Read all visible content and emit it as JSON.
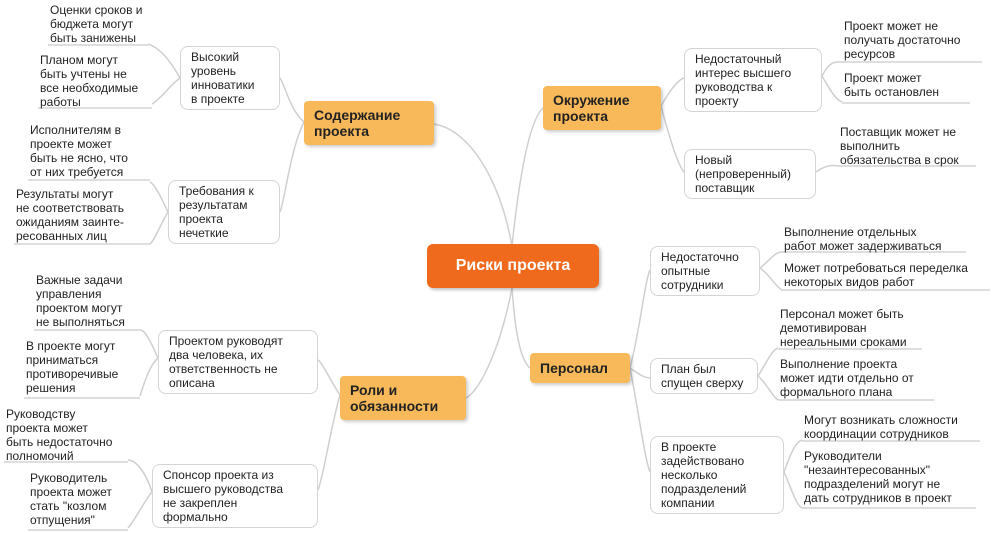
{
  "center": "Риски проекта",
  "branches": {
    "content": {
      "label": "Содержание\nпроекта",
      "subs": [
        {
          "label": "Высокий\nуровень\nинноватики\nв проекте",
          "leaves": [
            "Оценки сроков и\nбюджета могут\nбыть занижены",
            "Планом могут\nбыть учтены не\nвсе необходимые\nработы"
          ]
        },
        {
          "label": "Требования к\nрезультатам\nпроекта\nнечеткие",
          "leaves": [
            "Исполнителям в\nпроекте может\nбыть не ясно, что\nот них требуется",
            "Результаты могут\nне соответствовать\nожиданиям заинте-\nресованных лиц"
          ]
        }
      ]
    },
    "roles": {
      "label": "Роли и\nобязанности",
      "subs": [
        {
          "label": "Проектом руководят\nдва человека, их\nответственность не\nописана",
          "leaves": [
            "Важные задачи\nуправления\nпроектом могут\nне выполняться",
            "В проекте могут\nприниматься\nпротиворечивые\nрешения"
          ]
        },
        {
          "label": "Спонсор проекта из\nвысшего руководства\nне закреплен\nформально",
          "leaves": [
            "Руководству\nпроекта может\nбыть недостаточно\nполномочий",
            "Руководитель\nпроекта может\nстать \"козлом\nотпущения\""
          ]
        }
      ]
    },
    "environment": {
      "label": "Окружение\nпроекта",
      "subs": [
        {
          "label": "Недостаточный\nинтерес высшего\nруководства к\nпроекту",
          "leaves": [
            "Проект может не\nполучать достаточно\nресурсов",
            "Проект может\nбыть остановлен"
          ]
        },
        {
          "label": "Новый\n(непроверенный)\nпоставщик",
          "leaves": [
            "Поставщик может не\nвыполнить\nобязательства в срок"
          ]
        }
      ]
    },
    "staff": {
      "label": "Персонал",
      "subs": [
        {
          "label": "Недостаточно\nопытные\nсотрудники",
          "leaves": [
            "Выполнение отдельных\nработ может задерживаться",
            "Может потребоваться переделка\nнекоторых видов работ"
          ]
        },
        {
          "label": "План был\nспущен сверху",
          "leaves": [
            "Персонал может быть\nдемотивирован\nнереальными сроками",
            "Выполнение проекта\nможет идти отдельно от\nформального плана"
          ]
        },
        {
          "label": "В проекте\nзадействовано\nнесколько\nподразделений\nкомпании",
          "leaves": [
            "Могут возникать сложности\nкоординации сотрудников",
            "Руководители\n\"незаинтересованных\"\nподразделений могут не\nдать сотрудников в проект"
          ]
        }
      ]
    }
  }
}
